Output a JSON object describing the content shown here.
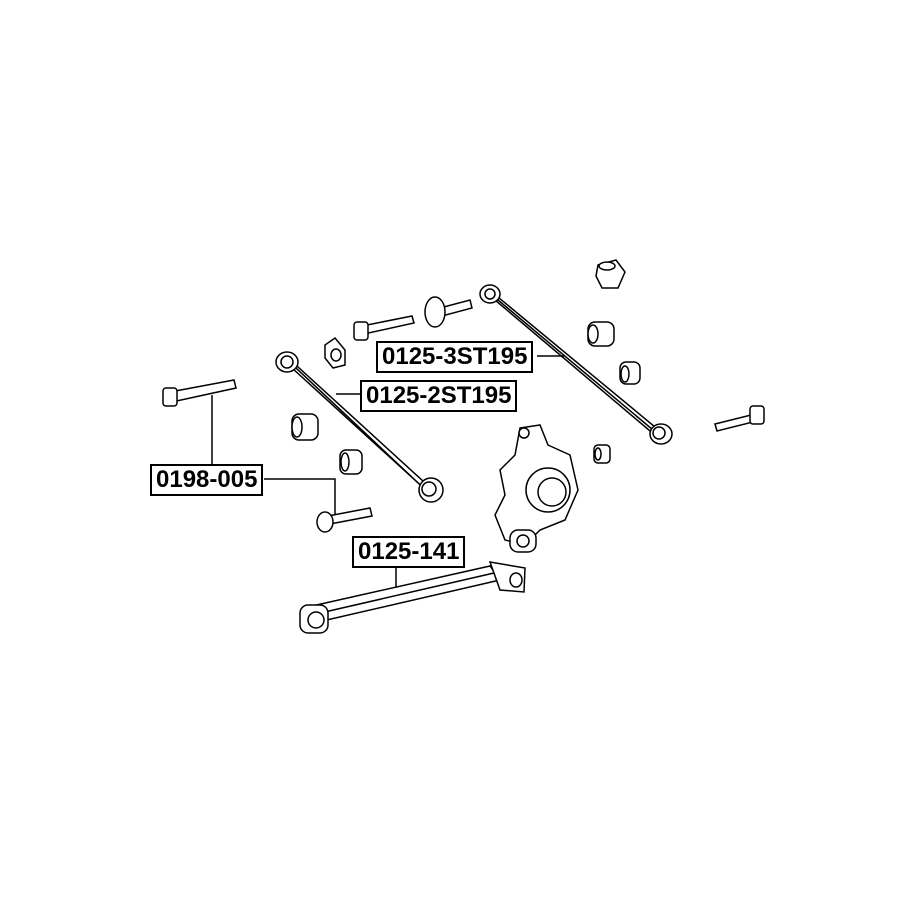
{
  "labels": {
    "upper_arm": "0125-3ST195",
    "lower_arm": "0125-2ST195",
    "bolt": "0198-005",
    "trailing_arm": "0125-141"
  }
}
